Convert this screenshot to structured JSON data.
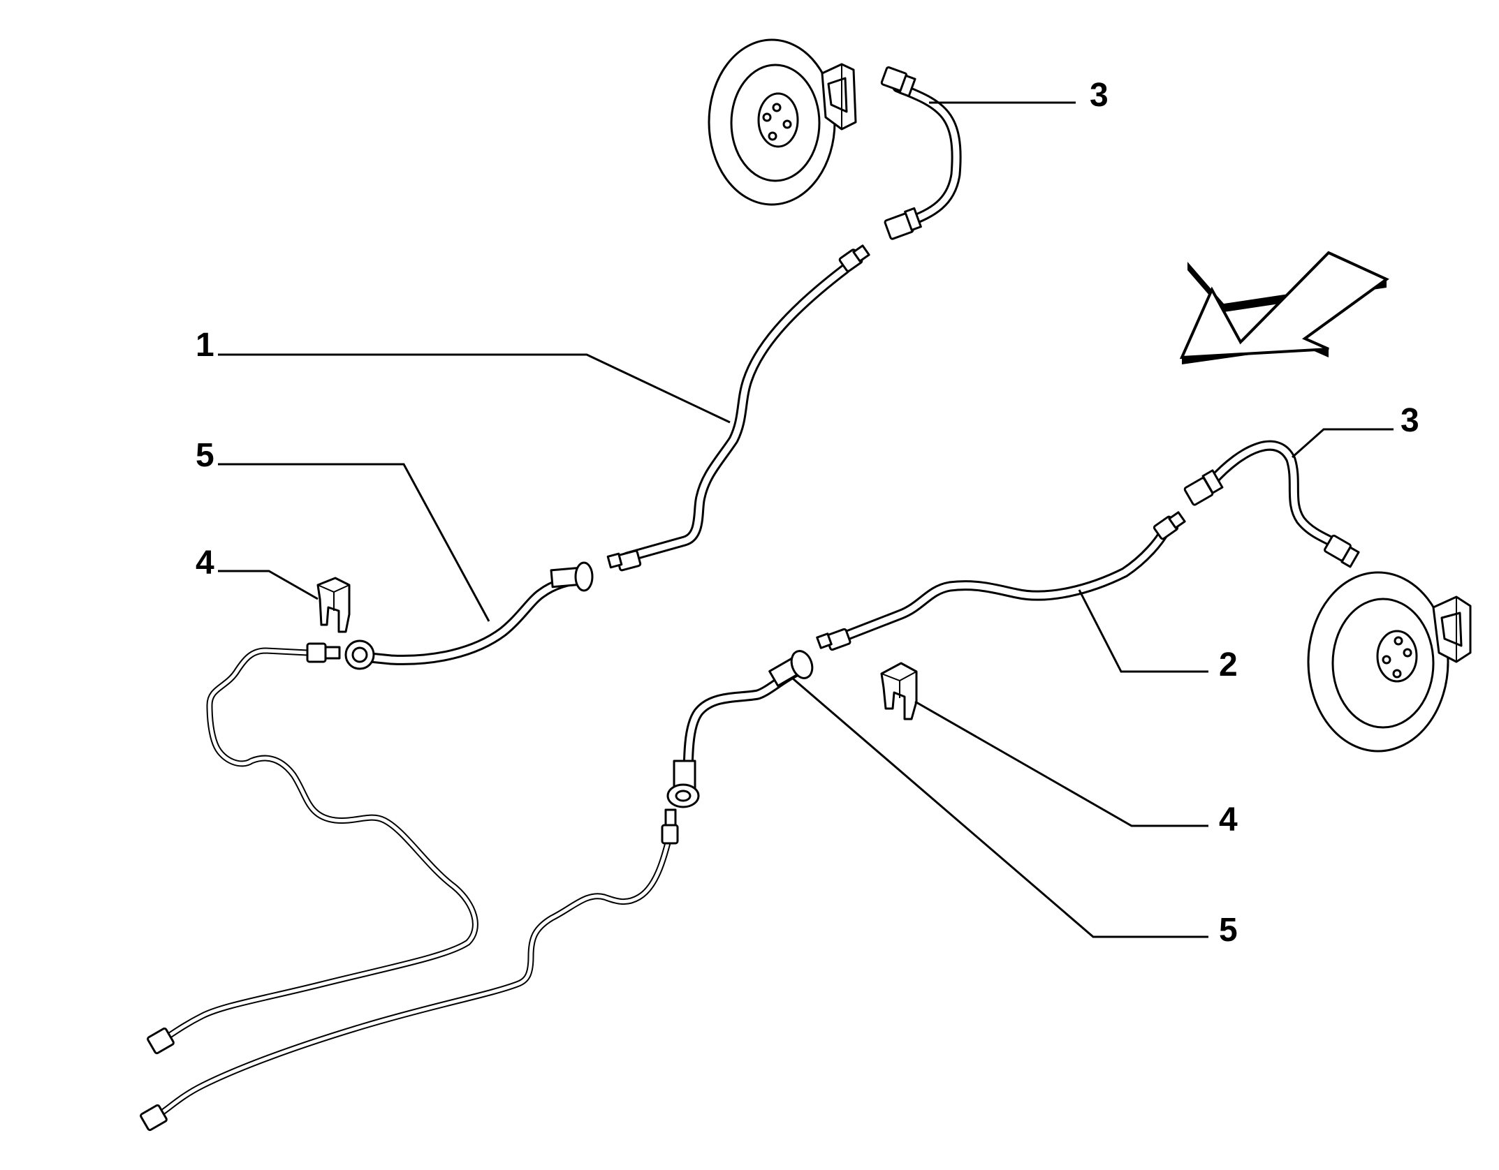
{
  "callouts": {
    "c1": "1",
    "c2": "2",
    "c3_top": "3",
    "c3_right": "3",
    "c4_left": "4",
    "c4_right": "4",
    "c5_left": "5",
    "c5_right": "5"
  },
  "colors": {
    "line": "#000000",
    "background": "#ffffff"
  }
}
